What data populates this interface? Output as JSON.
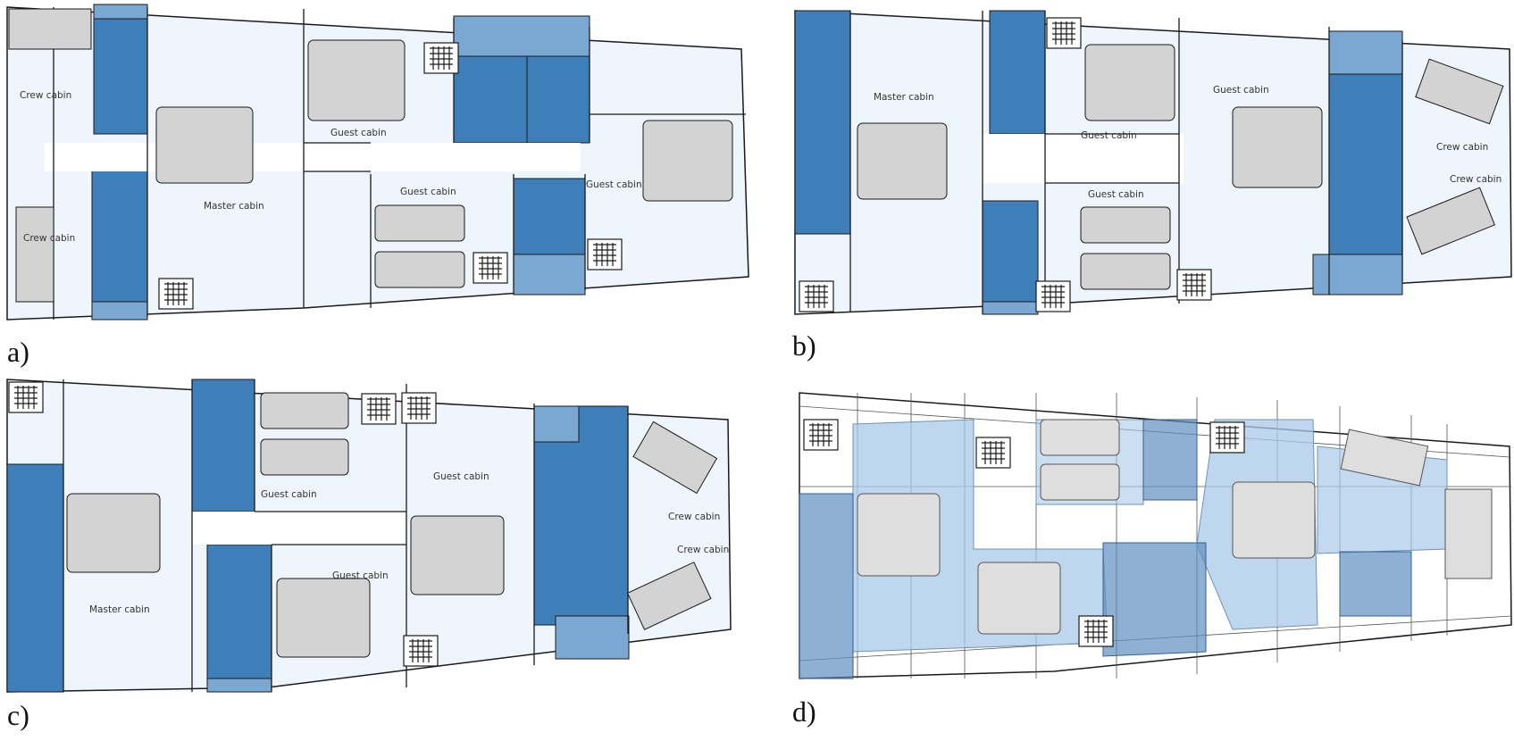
{
  "panels": [
    {
      "label": "a)",
      "rooms": [
        "Crew cabin",
        "Crew cabin",
        "Master cabin",
        "Guest cabin",
        "Guest cabin",
        "Guest cabin"
      ]
    },
    {
      "label": "b)",
      "rooms": [
        "Master cabin",
        "Guest cabin",
        "Guest cabin",
        "Guest cabin",
        "Crew cabin",
        "Crew cabin"
      ]
    },
    {
      "label": "c)",
      "rooms": [
        "Guest cabin",
        "Guest cabin",
        "Master cabin",
        "Guest cabin",
        "Crew cabin",
        "Crew cabin"
      ]
    },
    {
      "label": "d)",
      "rooms": []
    }
  ],
  "colors": {
    "cabin_fill": "#eef5fc",
    "bathroom_fill": "#3f7fb9",
    "light_bath_fill": "#7aa8d2",
    "bed_fill": "#d3d3d3",
    "outline": "#1a1a1a",
    "overlay_fill": "#a9c9e8"
  }
}
